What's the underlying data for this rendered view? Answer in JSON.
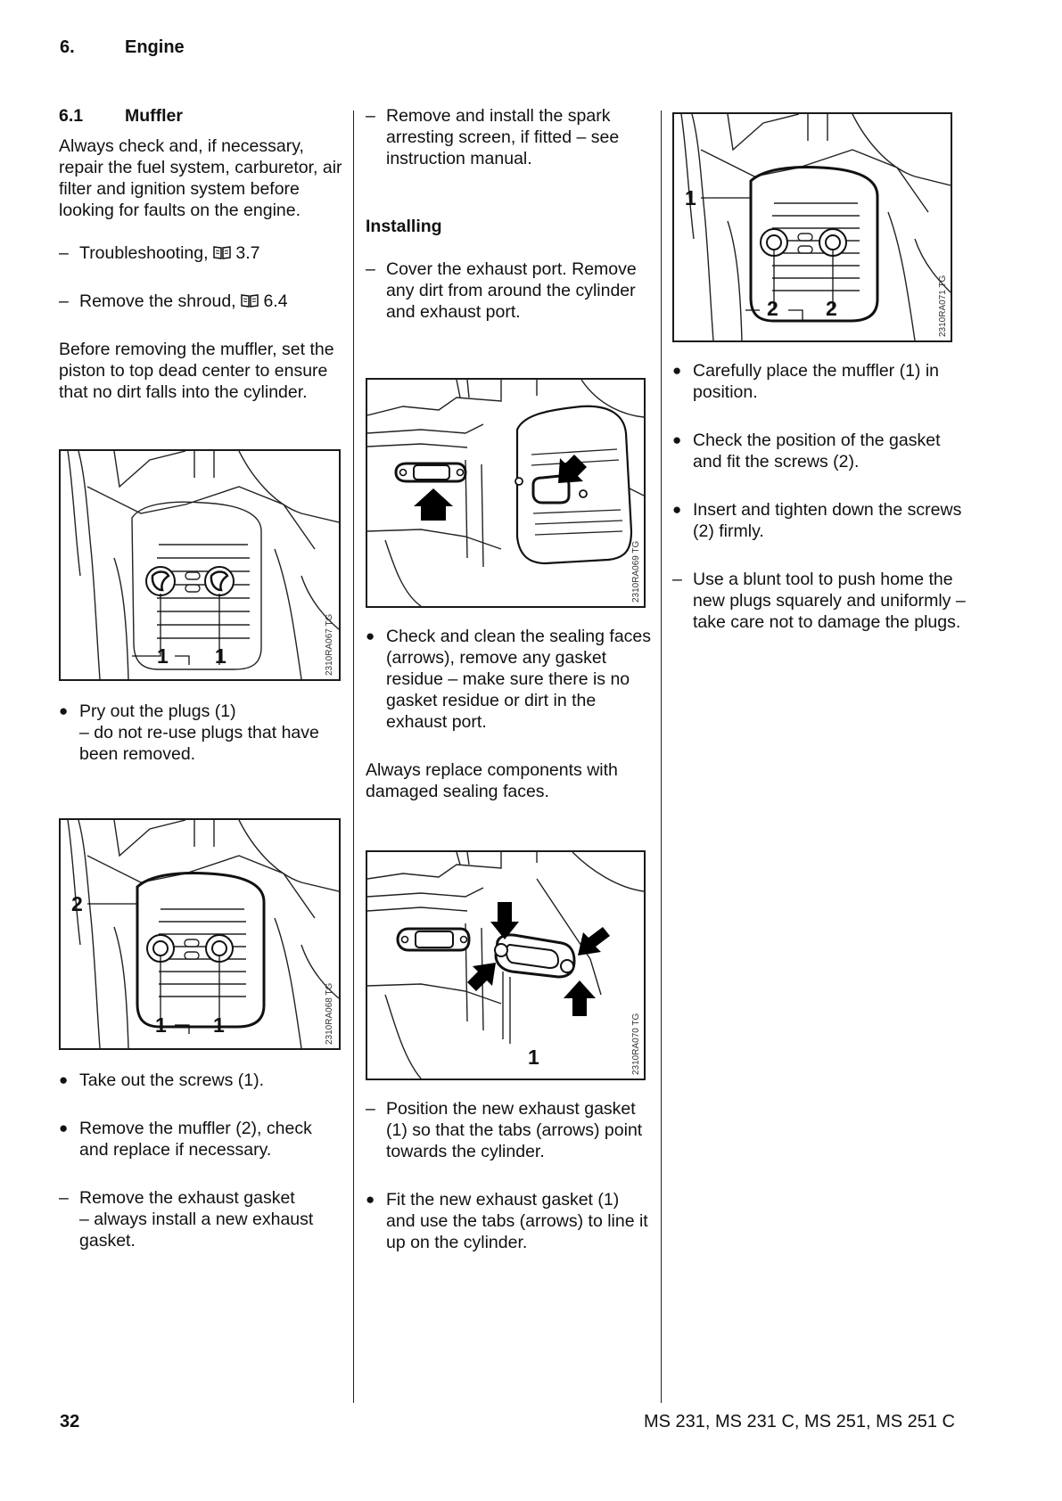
{
  "chapter": {
    "number": "6.",
    "title": "Engine"
  },
  "section": {
    "number": "6.1",
    "title": "Muffler"
  },
  "col1": {
    "intro": "Always check and, if necessary, repair the fuel system, carburetor, air filter and ignition system before looking for faults on the engine.",
    "dash1": {
      "mark": "–",
      "text": "Troubleshooting, ",
      "ref_icon": "book-icon",
      "ref": "3.7"
    },
    "dash2": {
      "mark": "–",
      "text": "Remove the shroud, ",
      "ref_icon": "book-icon",
      "ref": "6.4"
    },
    "para2": "Before removing the muffler, set the piston to top dead center to ensure that no dirt falls into the cylinder.",
    "fig1": {
      "code": "2310RA067 TG",
      "label_a": "1",
      "label_b": "1"
    },
    "bullet1": {
      "mark": "●",
      "text": "Pry out the plugs (1)",
      "text2": "– do not re-use plugs that have been removed."
    },
    "fig2": {
      "code": "2310RA068 TG",
      "label_top": "2",
      "label_a": "1",
      "label_b": "1"
    },
    "bullet2": {
      "mark": "●",
      "text": "Take out the screws (1)."
    },
    "bullet3": {
      "mark": "●",
      "text": "Remove the muffler (2), check and replace if necessary."
    },
    "dash3": {
      "mark": "–",
      "text": "Remove the exhaust gasket",
      "text2": "– always install a new exhaust gasket."
    }
  },
  "col2": {
    "dash1": {
      "mark": "–",
      "text": "Remove and install the spark arresting screen, if fitted – see instruction manual."
    },
    "installing": "Installing",
    "dash2": {
      "mark": "–",
      "text": "Cover the exhaust port. Remove any dirt from around the cylinder and exhaust port."
    },
    "fig3": {
      "code": "2310RA069 TG"
    },
    "bullet1": {
      "mark": "●",
      "text": "Check and clean the sealing faces (arrows), remove any gasket residue – make sure there is no gasket residue or dirt in the exhaust port."
    },
    "para": "Always replace components with damaged sealing faces.",
    "fig4": {
      "code": "2310RA070 TG",
      "label": "1"
    },
    "dash3": {
      "mark": "–",
      "text": "Position the new exhaust gasket (1) so that the tabs (arrows) point towards the cylinder."
    },
    "bullet2": {
      "mark": "●",
      "text": "Fit the new exhaust gasket (1) and use the tabs (arrows) to line it up on the cylinder."
    }
  },
  "col3": {
    "fig5": {
      "code": "2310RA071 TG",
      "label_top": "1",
      "label_a": "2",
      "label_b": "2"
    },
    "bullet1": {
      "mark": "●",
      "text": "Carefully place the muffler (1) in position."
    },
    "bullet2": {
      "mark": "●",
      "text": "Check the position of the gasket and fit the screws (2)."
    },
    "bullet3": {
      "mark": "●",
      "text": "Insert and tighten down the screws (2) firmly."
    },
    "dash1": {
      "mark": "–",
      "text": "Use a blunt tool to push home the new plugs squarely and uniformly – take care not to damage the plugs."
    }
  },
  "footer": {
    "page": "32",
    "models": "MS 231, MS 231 C, MS 251, MS 251 C"
  }
}
